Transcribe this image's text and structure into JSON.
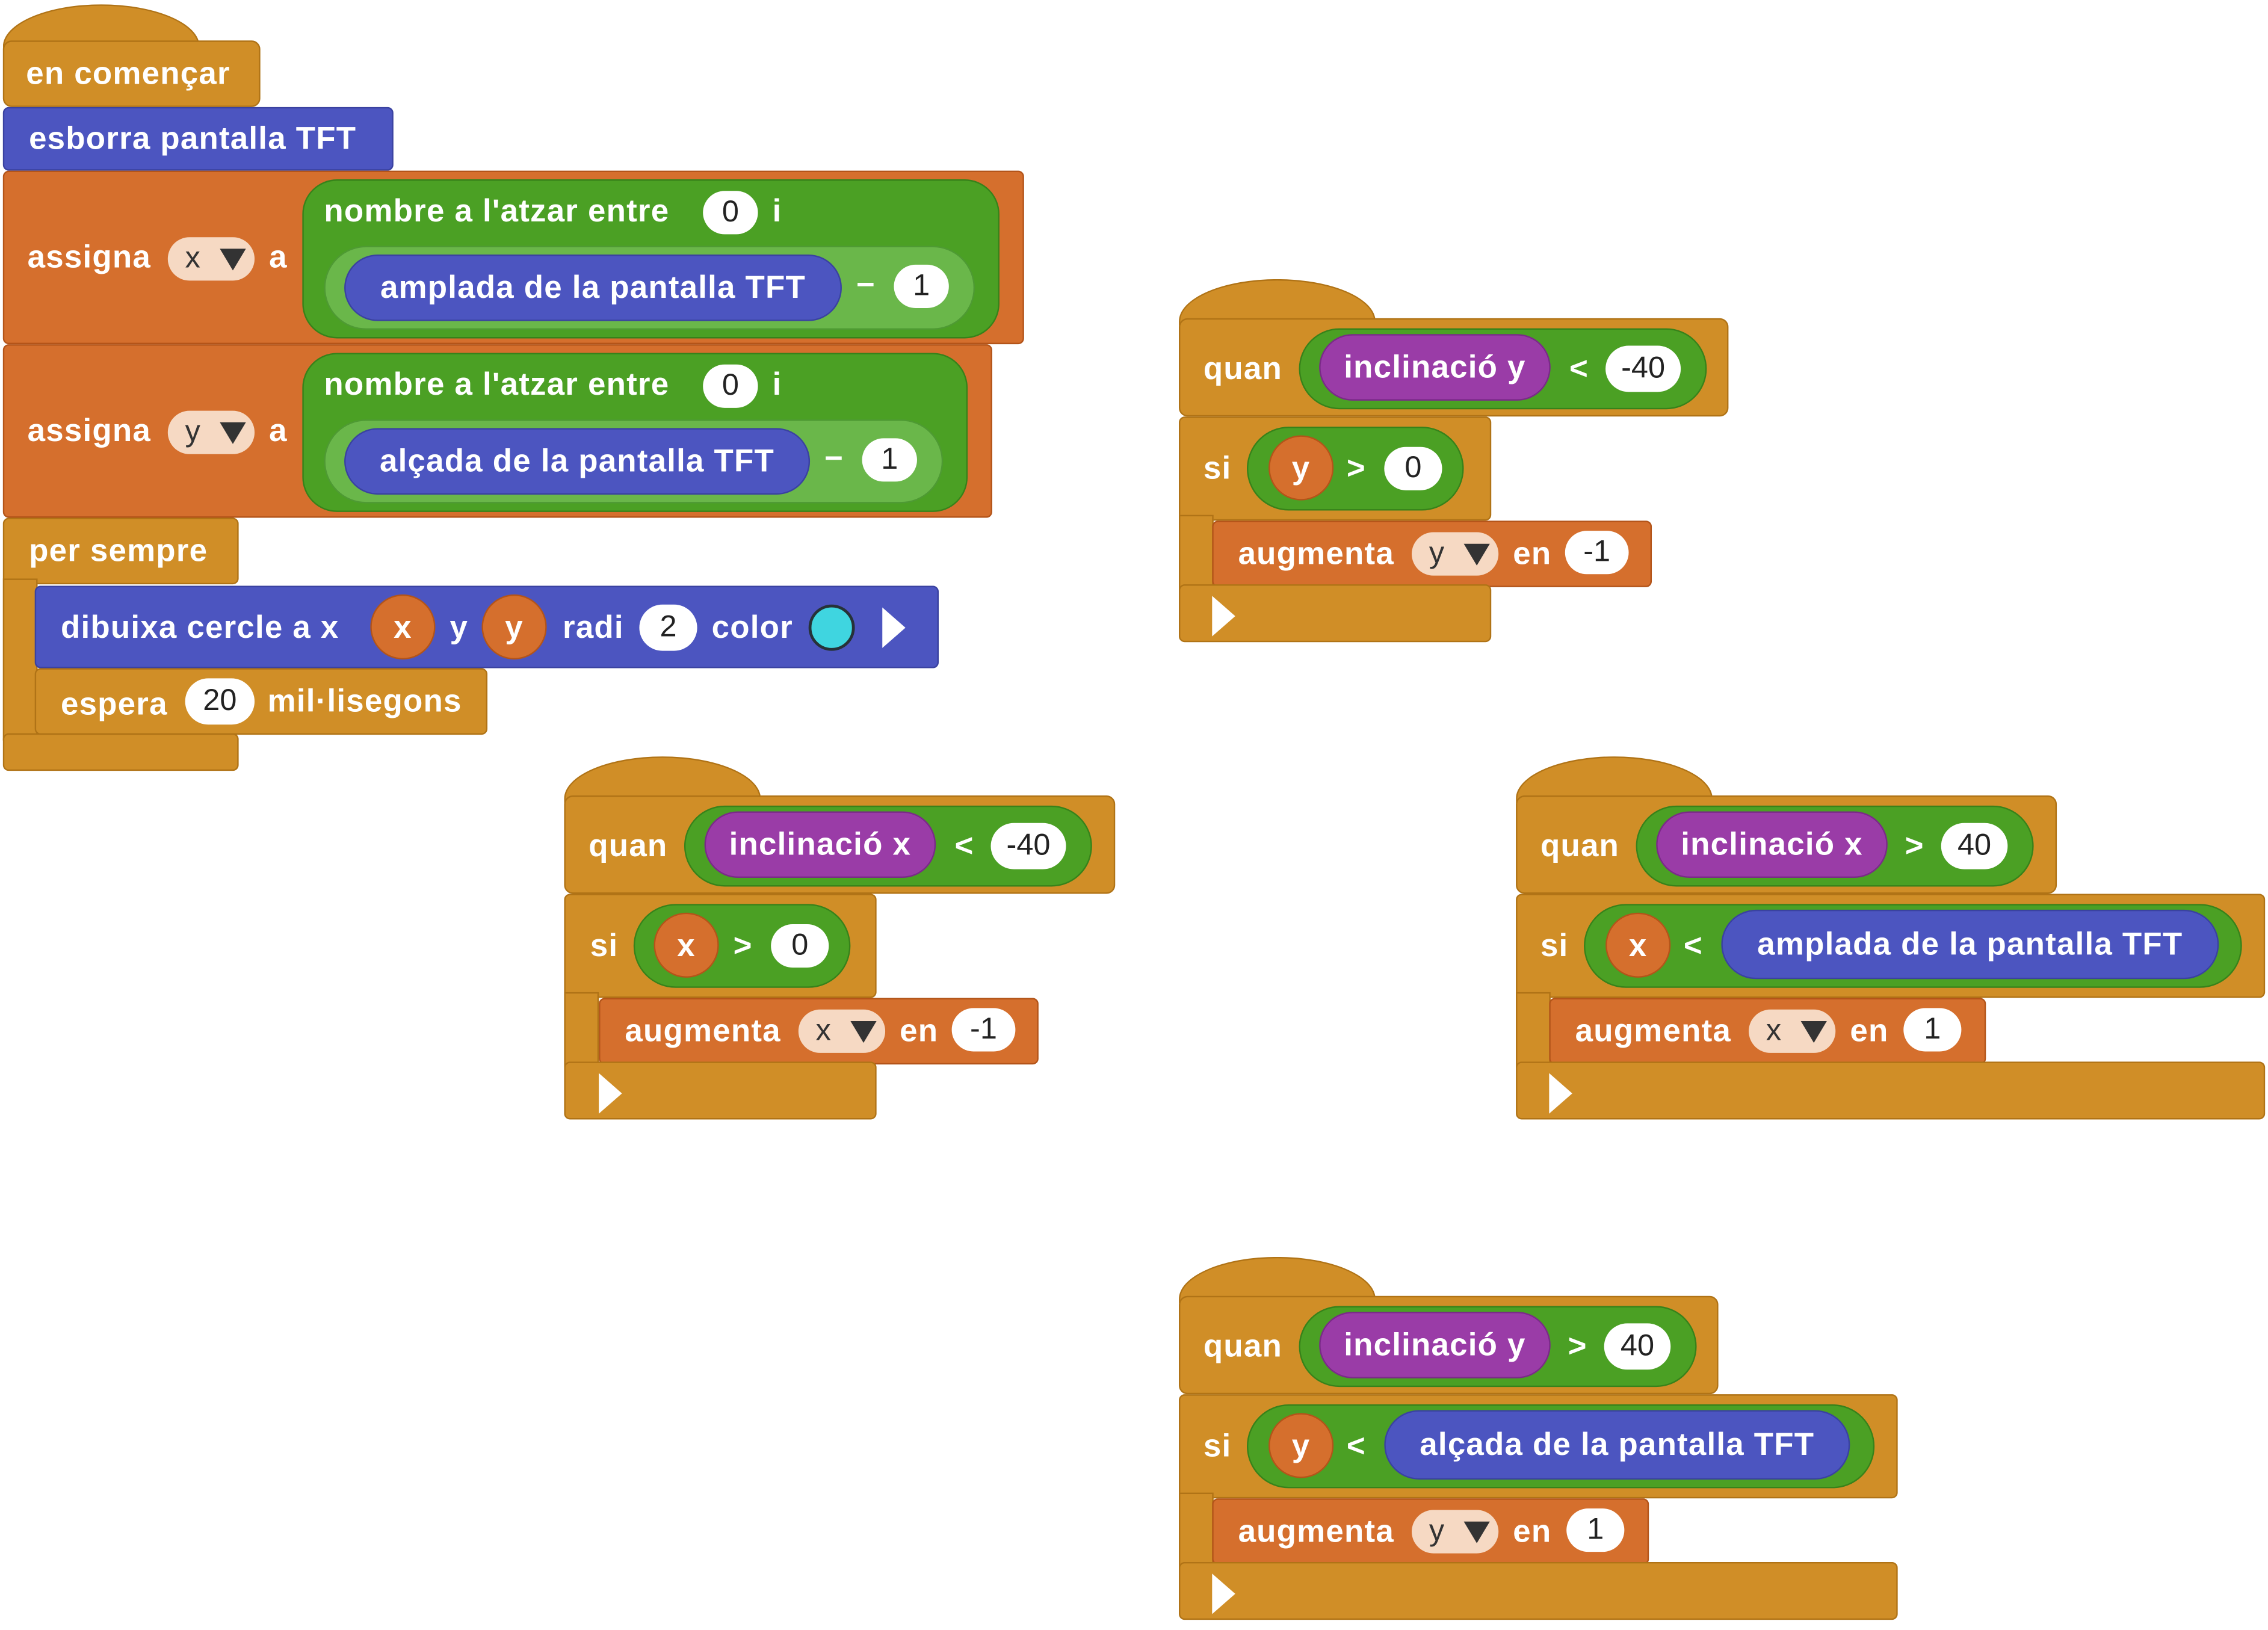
{
  "setup": {
    "start_label": "en començar",
    "clear_label": "esborra pantalla TFT",
    "assign_label": "assigna",
    "to_label": "a",
    "random_label": "nombre a l'atzar entre",
    "and_label": "i",
    "minus_op": "−",
    "assign_x": {
      "var": "x",
      "from": "0",
      "width_label": "amplada de la pantalla TFT",
      "sub": "1"
    },
    "assign_y": {
      "var": "y",
      "from": "0",
      "height_label": "alçada de la pantalla TFT",
      "sub": "1"
    },
    "forever_label": "per sempre",
    "draw": {
      "label": "dibuixa cercle a x",
      "x_var": "x",
      "y_label": "y",
      "y_var": "y",
      "radius_label": "radi",
      "radius": "2",
      "color_label": "color",
      "color": "#3fd5e0"
    },
    "wait": {
      "label": "espera",
      "value": "20",
      "unit": "mil·lisegons"
    }
  },
  "handlers": {
    "when_label": "quan",
    "if_label": "si",
    "inc_label": "augmenta",
    "by_label": "en",
    "tilt_y_neg": {
      "sensor": "inclinació y",
      "op": "<",
      "threshold": "-40",
      "var": "y",
      "cmp": ">",
      "limit": "0",
      "inc_var": "y",
      "step": "-1"
    },
    "tilt_x_neg": {
      "sensor": "inclinació x",
      "op": "<",
      "threshold": "-40",
      "var": "x",
      "cmp": ">",
      "limit": "0",
      "inc_var": "x",
      "step": "-1"
    },
    "tilt_x_pos": {
      "sensor": "inclinació x",
      "op": ">",
      "threshold": "40",
      "var": "x",
      "cmp": "<",
      "limit_label": "amplada de la pantalla TFT",
      "inc_var": "x",
      "step": "1"
    },
    "tilt_y_pos": {
      "sensor": "inclinació y",
      "op": ">",
      "threshold": "40",
      "var": "y",
      "cmp": "<",
      "limit_label": "alçada de la pantalla TFT",
      "inc_var": "y",
      "step": "1"
    }
  },
  "colors": {
    "events": "#d08e27",
    "tft": "#4c55c0",
    "variables": "#d56f2d",
    "math": "#4ba024",
    "sensors": "#9a3ca7"
  }
}
